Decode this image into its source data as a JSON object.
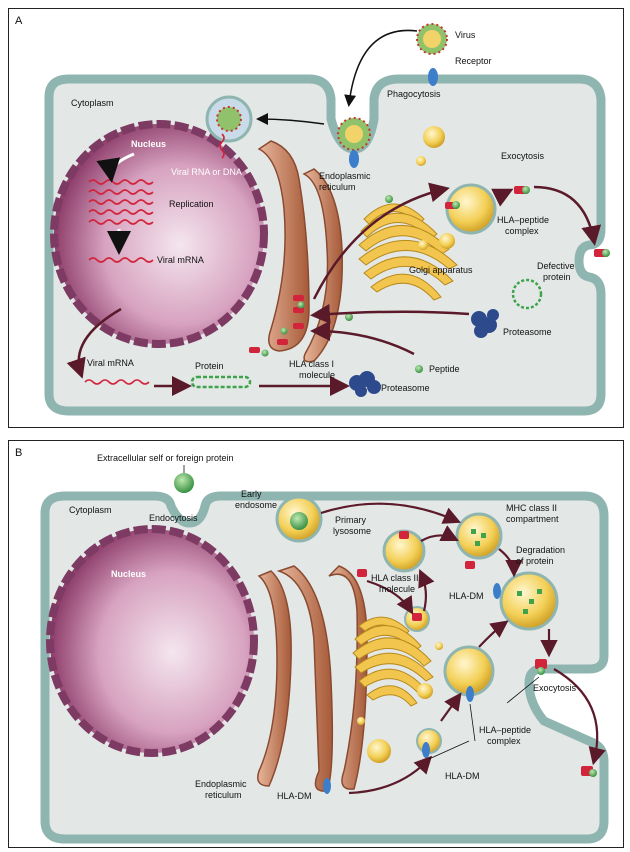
{
  "panelA": {
    "letter": "A",
    "labels": {
      "cytoplasm": "Cytoplasm",
      "nucleus": "Nucleus",
      "virus": "Virus",
      "receptor": "Receptor",
      "phagocytosis": "Phagocytosis",
      "viral_rna_dna": "Viral RNA or DNA",
      "replication": "Replication",
      "viral_mrna_nucleus": "Viral mRNA",
      "viral_mrna_cyto": "Viral mRNA",
      "protein": "Protein",
      "er": "Endoplasmic reticulum",
      "golgi": "Golgi apparatus",
      "exocytosis": "Exocytosis",
      "hla_peptide": "HLA–peptide complex",
      "defective": "Defective protein",
      "proteasome1": "Proteasome",
      "proteasome2": "Proteasome",
      "hla_class1": "HLA class I molecule",
      "peptide": "Peptide"
    }
  },
  "panelB": {
    "letter": "B",
    "labels": {
      "extracellular": "Extracellular self or foreign protein",
      "cytoplasm": "Cytoplasm",
      "endocytosis": "Endocytosis",
      "early_endosome": "Early endosome",
      "primary_lysosome": "Primary lysosome",
      "mhc2": "MHC class II compartment",
      "nucleus": "Nucleus",
      "hla_class2": "HLA class II molecule",
      "degradation": "Degradation of protein",
      "hla_dm1": "HLA-DM",
      "hla_dm2": "HLA-DM",
      "hla_dm3": "HLA-DM",
      "exocytosis": "Exocytosis",
      "hla_peptide": "HLA–peptide complex",
      "er": "Endoplasmic reticulum"
    }
  },
  "colors": {
    "membrane": "#9bbfba",
    "cytoplasm": "#e6ebea",
    "nucleus": "#c77fa6",
    "er": "#c98662",
    "golgi": "#f0c24d",
    "vesicle": "#f4d36a",
    "green": "#3fa34d",
    "red": "#d2243a",
    "proteasome": "#2d4a8c",
    "arrow": "#5a1a2a"
  }
}
